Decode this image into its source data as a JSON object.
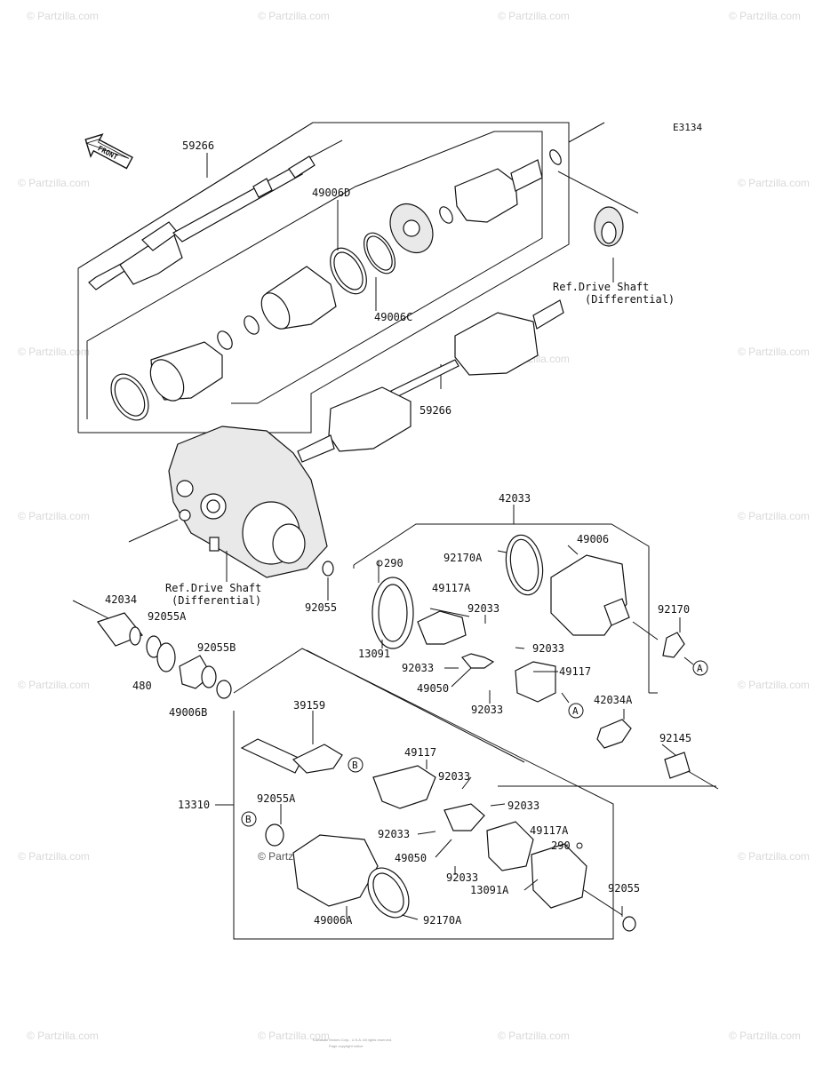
{
  "diagram_code": "E3134",
  "front_label": "FRONT",
  "ref_drive_shaft_top": [
    "Ref.Drive Shaft",
    "(Differential)"
  ],
  "ref_drive_shaft_bottom": [
    "Ref.Drive Shaft",
    "(Differential)"
  ],
  "part_labels": {
    "p59266_top": "59266",
    "p49006D": "49006D",
    "p49006C": "49006C",
    "p59266_mid": "59266",
    "p42033": "42033",
    "p290_a": "290",
    "p92170A_a": "92170A",
    "p49006": "49006",
    "p49117A_a": "49117A",
    "p92033_a": "92033",
    "p92170": "92170",
    "p13091": "13091",
    "p92033_b": "92033",
    "p92033_c": "92033",
    "p49117_a": "49117",
    "p49050_a": "49050",
    "p92033_d": "92033",
    "p42034A": "42034A",
    "p92145": "92145",
    "p92055_a": "92055",
    "p42034": "42034",
    "p92055A_a": "92055A",
    "p92055B": "92055B",
    "p480": "480",
    "p49006B": "49006B",
    "p39159": "39159",
    "p49117_b": "49117",
    "p92033_e": "92033",
    "p13310": "13310",
    "p92055A_b": "92055A",
    "p92033_f": "92033",
    "p92033_g": "92033",
    "p49117A_b": "49117A",
    "p49050_b": "49050",
    "p290_b": "290",
    "p92033_h": "92033",
    "p13091A": "13091A",
    "p92055_b": "92055",
    "p49006A": "49006A",
    "p92170A_b": "92170A"
  },
  "callouts": {
    "A1": "A",
    "A2": "A",
    "B1": "B",
    "B2": "B"
  },
  "watermark": "© Partzilla.com",
  "footer_line1": "Kawasaki Motors Corp., U.S.A. All rights reserved.",
  "footer_line2": "Page copyright notice"
}
